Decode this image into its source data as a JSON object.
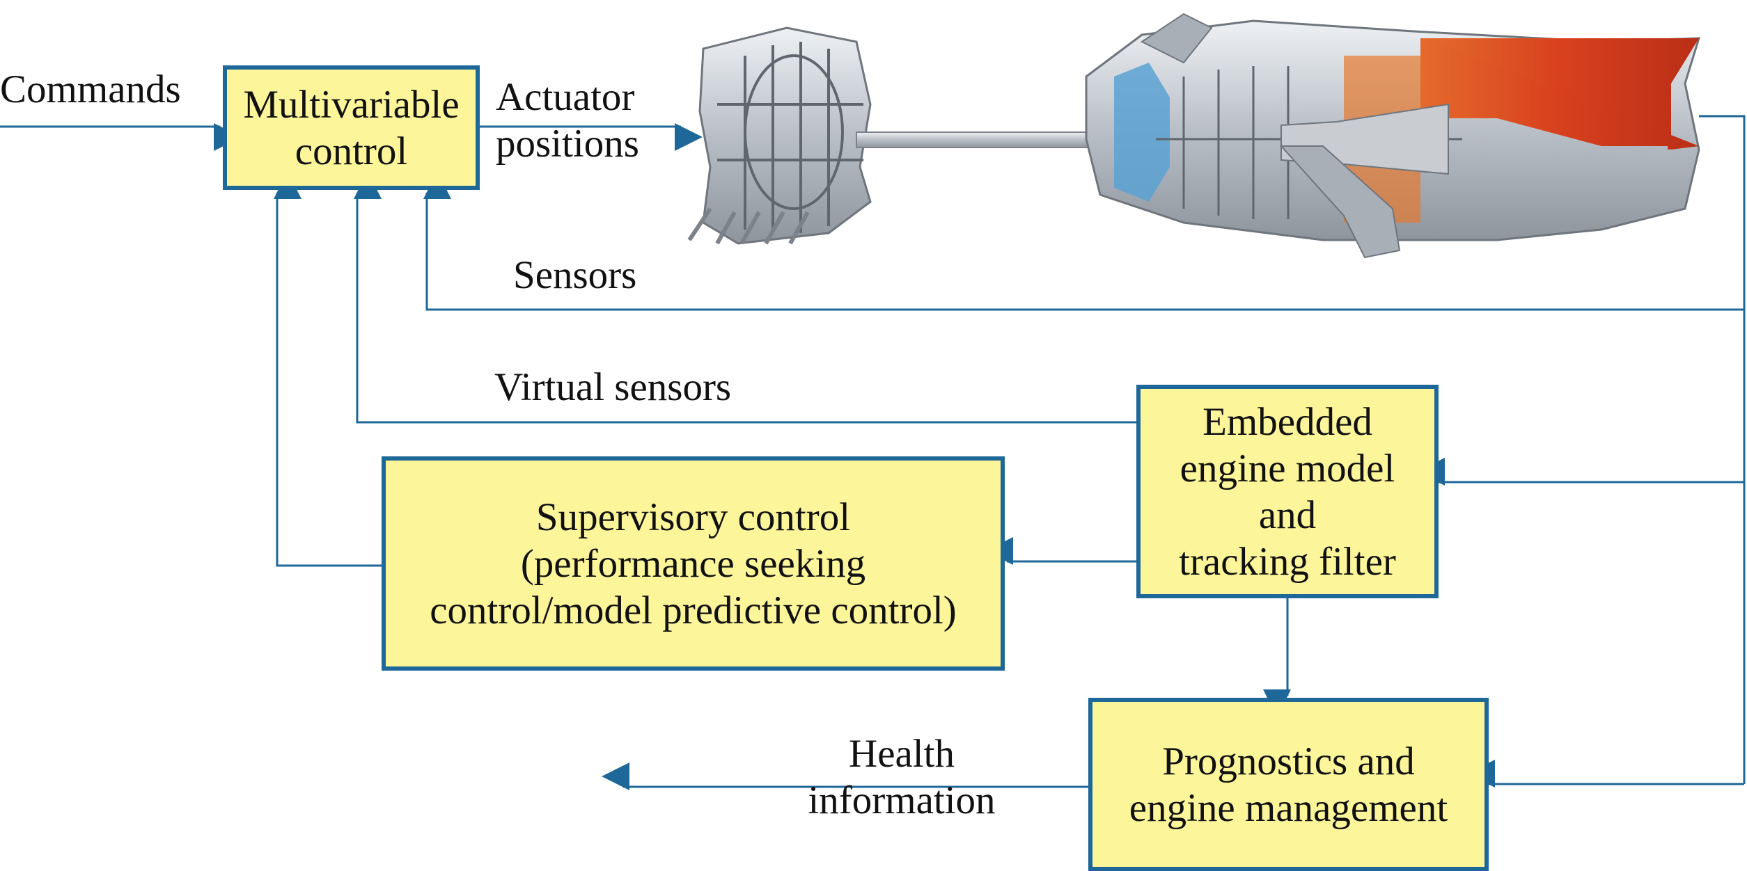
{
  "colors": {
    "box_fill": "#fcf59a",
    "box_border": "#1e6799",
    "connector": "#1e6799",
    "text": "#111111",
    "hot_section": "#d9431f",
    "fan_section": "#5aa2d3",
    "engine_metal": "#b9bfc6"
  },
  "labels": {
    "commands": "Commands",
    "actuator_positions": "Actuator\npositions",
    "sensors": "Sensors",
    "virtual_sensors": "Virtual sensors",
    "health_information": "Health\ninformation"
  },
  "boxes": {
    "multivariable_control": "Multivariable\ncontrol",
    "embedded_engine_model": "Embedded\nengine model\nand\ntracking filter",
    "supervisory_control": "Supervisory control\n(performance seeking\ncontrol/model predictive control)",
    "prognostics": "Prognostics and\nengine management"
  },
  "engine_image": {
    "description_icon": "turbofan-engine-cutaway-icon"
  }
}
